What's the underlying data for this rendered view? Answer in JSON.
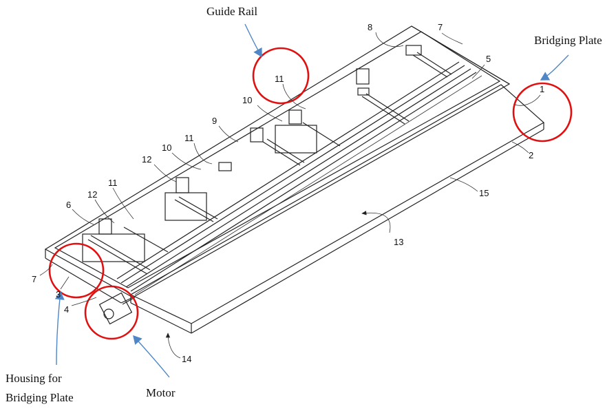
{
  "callouts": {
    "guide_rail": "Guide Rail",
    "bridging_plate": "Bridging Plate",
    "housing_line1": "Housing for",
    "housing_line2": "Bridging Plate",
    "motor": "Motor"
  },
  "part_numbers": {
    "p1": "1",
    "p2": "2",
    "p3": "3",
    "p4": "4",
    "p5": "5",
    "p6": "6",
    "p7a": "7",
    "p7b": "7",
    "p8": "8",
    "p9": "9",
    "p10a": "10",
    "p10b": "10",
    "p11a": "11",
    "p11b": "11",
    "p11c": "11",
    "p12a": "12",
    "p12b": "12",
    "p13": "13",
    "p14": "14",
    "p15": "15"
  },
  "colors": {
    "highlight_circle": "#e01010",
    "pointer_arrow": "#4f86c6",
    "drawing_line": "#222222"
  }
}
